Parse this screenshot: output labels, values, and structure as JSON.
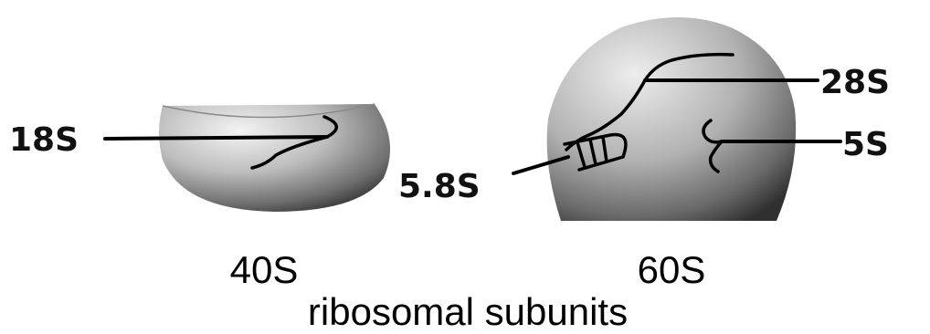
{
  "subunits": {
    "small": {
      "name": "40S",
      "rrna": [
        "18S"
      ]
    },
    "large": {
      "name": "60S",
      "rrna": [
        "28S",
        "5S",
        "5.8S"
      ]
    }
  },
  "caption": "ribosomal subunits"
}
